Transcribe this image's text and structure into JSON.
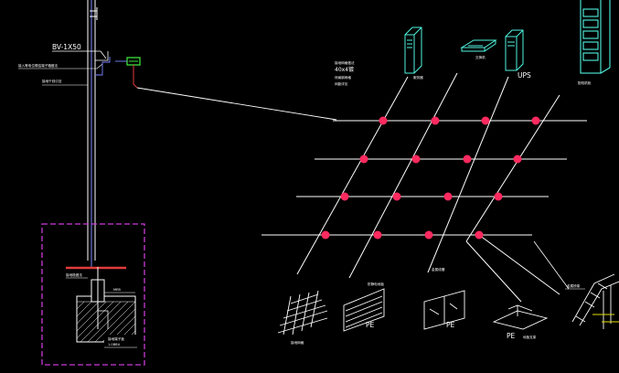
{
  "riser": {
    "cable_label": "BV-1X50",
    "note_1": "接入等电位联结端子箱做法",
    "note_2": "接地干线引至",
    "foundation_note_1": "接地极做法",
    "foundation_note_2": "MEB",
    "foundation_note_3": "接地端子板",
    "foundation_note_4": "1.0BBU"
  },
  "mesh_note": {
    "line_1": "接地网格做法",
    "line_2": "40x4镀",
    "line_3": "锌扁钢网格",
    "line_4": "间距详见"
  },
  "equipment": [
    {
      "name": "server",
      "label": "服务器"
    },
    {
      "name": "switch",
      "label": "交换机"
    },
    {
      "name": "ups",
      "label": "UPS"
    },
    {
      "name": "rack",
      "label": "配线机柜"
    }
  ],
  "bottom_items": [
    {
      "name": "grid",
      "label": "接地网格"
    },
    {
      "name": "raised-floor-panel",
      "label": "防静电地板",
      "tag": "PE"
    },
    {
      "name": "cable-tray",
      "label": "金属线槽",
      "tag": "PE"
    },
    {
      "name": "floor-support",
      "label": "地板支架",
      "tag": "PE"
    },
    {
      "name": "bridge",
      "label": "金属桥架"
    }
  ],
  "colors": {
    "line": "#ffffff",
    "node": "#ff2a5f",
    "equipment": "#4ff5e0",
    "riser": "#7b86ff",
    "foundation_box": "#c83ad6",
    "plate": "#e23c3c",
    "terminal": "#3be03b",
    "dim": "#e6e000"
  },
  "icons": [
    "server-icon",
    "switch-icon",
    "ups-icon",
    "rack-icon",
    "ground-terminal-icon"
  ]
}
